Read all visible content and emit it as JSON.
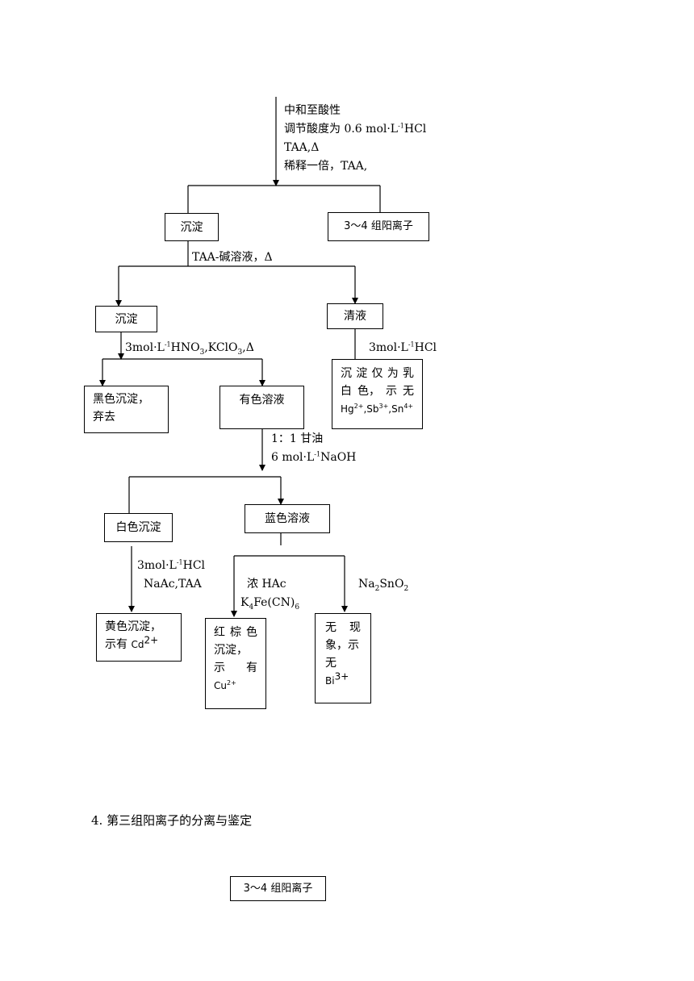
{
  "step1": {
    "line1": "中和至酸性",
    "line2_pre": "调节酸度为 0.6 mol·L",
    "line2_sup": "-1",
    "line2_post": "HCl",
    "line3": "TAA,Δ",
    "line4": "稀释一倍，TAA,"
  },
  "box_precipitate_1": "沉淀",
  "box_group34_top": "3～4 组阳离子",
  "step_taa": "TAA-碱溶液，Δ",
  "box_precipitate_2": "沉淀",
  "box_clear_liquid": "清液",
  "step_hno3": {
    "pre": "3mol·L",
    "sup": "-1",
    "mid": "HNO",
    "sub": "3",
    "mid2": ",KClO",
    "sub2": "3",
    "post": ",Δ"
  },
  "step_hcl_right": {
    "pre": "3mol·L",
    "sup": "-1",
    "post": "HCl"
  },
  "box_milky": {
    "line1": [
      "沉",
      "淀",
      "仅",
      "为",
      "乳"
    ],
    "line2": [
      "白",
      "色，",
      "示",
      "无"
    ],
    "ions": {
      "hg": "Hg",
      "hg_sup": "2+",
      "sb": ",Sb",
      "sb_sup": "3+",
      "sn": ",Sn",
      "sn_sup": "4+"
    }
  },
  "box_black": {
    "line1": "黑色沉淀，",
    "line2": "弃去"
  },
  "box_colored_solution": "有色溶液",
  "step_glycerol": {
    "line1": "1：1 甘油",
    "line2_pre": "6 mol·L",
    "line2_sup": "-1",
    "line2_post": "NaOH"
  },
  "box_white_precipitate": "白色沉淀",
  "box_blue_solution": "蓝色溶液",
  "step_cd": {
    "line1_pre": "3mol·L",
    "line1_sup": "-1",
    "line1_post": "HCl",
    "line2": "NaAc,TAA"
  },
  "step_cu": {
    "line1": "浓 HAc",
    "line2_pre": "K",
    "line2_sub": "4",
    "line2_mid": "Fe(CN)",
    "line2_sub2": "6"
  },
  "step_bi": {
    "pre": "Na",
    "sub": "2",
    "mid": "SnO",
    "sub2": "2"
  },
  "box_cd": {
    "line1": "黄色沉淀，",
    "line2_pre": "示有 ",
    "ion": "Cd",
    "ion_sup": "2+"
  },
  "box_cu": {
    "line1": [
      "红",
      "棕",
      "色"
    ],
    "line2": "沉淀，",
    "line3": [
      "示",
      "有"
    ],
    "ion": "Cu",
    "ion_sup": "2+"
  },
  "box_bi": {
    "line1": [
      "无",
      "现"
    ],
    "line2": "象，示",
    "line3_pre": "无 ",
    "ion": "Bi",
    "ion_sup": "3+"
  },
  "section_heading": "4.  第三组阳离子的分离与鉴定",
  "box_group34_bottom": "3～4 组阳离子"
}
